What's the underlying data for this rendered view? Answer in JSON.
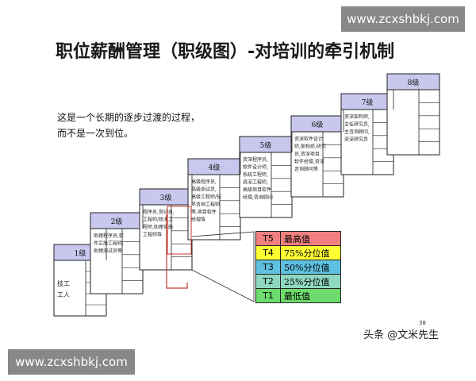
{
  "title": "职位薪酬管理（职级图）-对培训的牵引机制",
  "note": {
    "line1": "这是一个长期的逐步过渡的过程，",
    "line2": "而不是一次到位。"
  },
  "levels": [
    {
      "label": "1级",
      "desc": [
        "技工",
        "工人"
      ]
    },
    {
      "label": "2级",
      "desc": [
        "助理程序员,软",
        "件实施工程师,",
        "助理测试员等"
      ]
    },
    {
      "label": "3级",
      "desc": [
        "程序员,测试员,",
        "工程师/技术工",
        "程师,助理实施",
        "工程师等"
      ]
    },
    {
      "label": "4级",
      "desc": [
        "高级程序员,",
        "高级测试员,",
        "高级工程师/技",
        "术咨询工程师",
        "等,项目软件",
        "经理等"
      ]
    },
    {
      "label": "5级",
      "desc": [
        "资深程序员,",
        "软件设计师,",
        "系统工程师,",
        "资深工程师,",
        "高级项目软件",
        "经理,咨询顾问"
      ]
    },
    {
      "label": "6级",
      "desc": [
        "资深软件设计",
        "师,架构师,研究",
        "员,资深项目",
        "软件经理,资深",
        "咨询顾问等"
      ]
    },
    {
      "label": "7级",
      "desc": [
        "资深架构师,",
        "主任研究员,",
        "主咨询顾问,",
        "资深研究员"
      ]
    },
    {
      "label": "8级",
      "desc": []
    }
  ],
  "legend": [
    {
      "code": "T5",
      "text": "最高值",
      "color": "#f08080"
    },
    {
      "code": "T4",
      "text": "75%分位值",
      "color": "#ffff33"
    },
    {
      "code": "T3",
      "text": "50%分位值",
      "color": "#5fc1e0"
    },
    {
      "code": "T2",
      "text": "25%分位值",
      "color": "#8fd8c0"
    },
    {
      "code": "T1",
      "text": "最低值",
      "color": "#6ddb6d"
    }
  ],
  "page_number": "38",
  "stamp": "头条 @文米先生",
  "watermark": "www.zcxshbkj.com",
  "colors": {
    "header_fill": "#c8c8ee",
    "line": "#222222",
    "accent": "#c0392b"
  }
}
